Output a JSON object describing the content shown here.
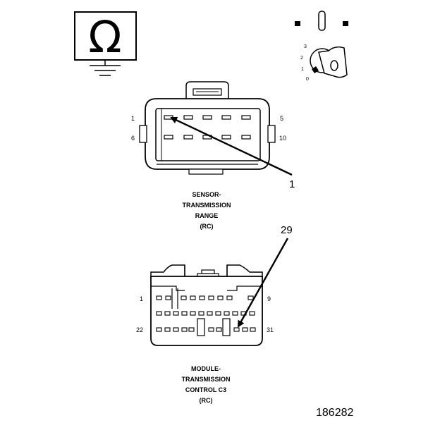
{
  "ohmmeter_symbol": {
    "glyph": "Ω"
  },
  "ignition_key": {
    "positions": [
      "3",
      "2",
      "1",
      "0"
    ]
  },
  "sensor_connector": {
    "pin_start_top": "1",
    "pin_end_top": "5",
    "pin_start_bottom": "6",
    "pin_end_bottom": "10",
    "label_lines": [
      "SENSOR-",
      "TRANSMISSION",
      "RANGE",
      "(RC)"
    ]
  },
  "module_connector": {
    "pin_start_top": "1",
    "pin_end_top": "9",
    "pin_start_bottom": "22",
    "pin_end_bottom": "31",
    "label_lines": [
      "MODULE-",
      "TRANSMISSION",
      "CONTROL C3",
      "(RC)"
    ]
  },
  "callouts": {
    "sensor_callout": "1",
    "module_callout": "29"
  },
  "figure_number": "186282"
}
